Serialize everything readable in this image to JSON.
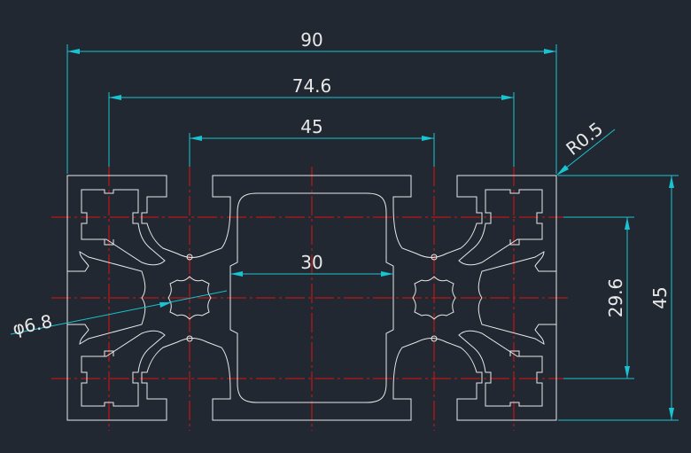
{
  "dimensions": {
    "overall_width": "90",
    "slot_pitch_outer": "74.6",
    "bore_pitch": "45",
    "cavity_width": "30",
    "corner_radius": "R0.5",
    "bore_diameter": "φ6.8",
    "inner_height": "29.6",
    "overall_height": "45"
  },
  "colors": {
    "background": "#222831",
    "outline": "#e8e8e8",
    "dimension": "#18c4d0",
    "centerline": "#e01010"
  }
}
